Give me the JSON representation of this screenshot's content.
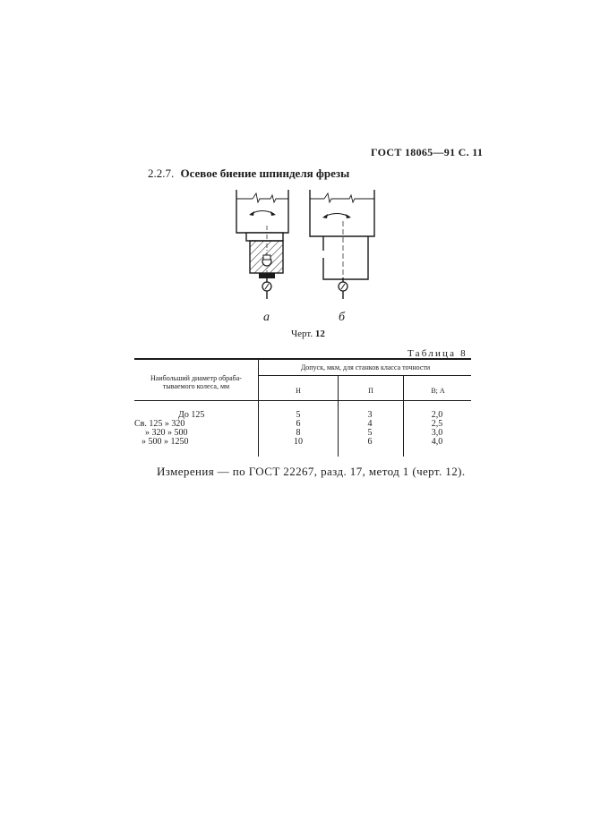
{
  "header": {
    "text": "ГОСТ 18065—91 С. 11"
  },
  "section": {
    "number": "2.2.7.",
    "title": "Осевое биение шпинделя фрезы"
  },
  "figure": {
    "label_a": "а",
    "label_b": "б",
    "caption_prefix": "Черт.",
    "caption_number": "12"
  },
  "table": {
    "title": "Таблица 8",
    "header_left": "Наибольший диаметр обраба-тываемого колеса, мм",
    "header_group": "Допуск, мкм, для станков класса точности",
    "columns": [
      "Н",
      "П",
      "В; А"
    ],
    "rows": [
      {
        "label": "До 125",
        "values": [
          "5",
          "3",
          "2,0"
        ]
      },
      {
        "label": "Св. 125 » 320",
        "values": [
          "6",
          "4",
          "2,5"
        ]
      },
      {
        "label": "» 320 » 500",
        "values": [
          "8",
          "5",
          "3,0"
        ]
      },
      {
        "label": "» 500 » 1250",
        "values": [
          "10",
          "6",
          "4,0"
        ]
      }
    ]
  },
  "footer": {
    "text": "Измерения — по ГОСТ 22267, разд. 17, метод 1 (черт. 12)."
  }
}
